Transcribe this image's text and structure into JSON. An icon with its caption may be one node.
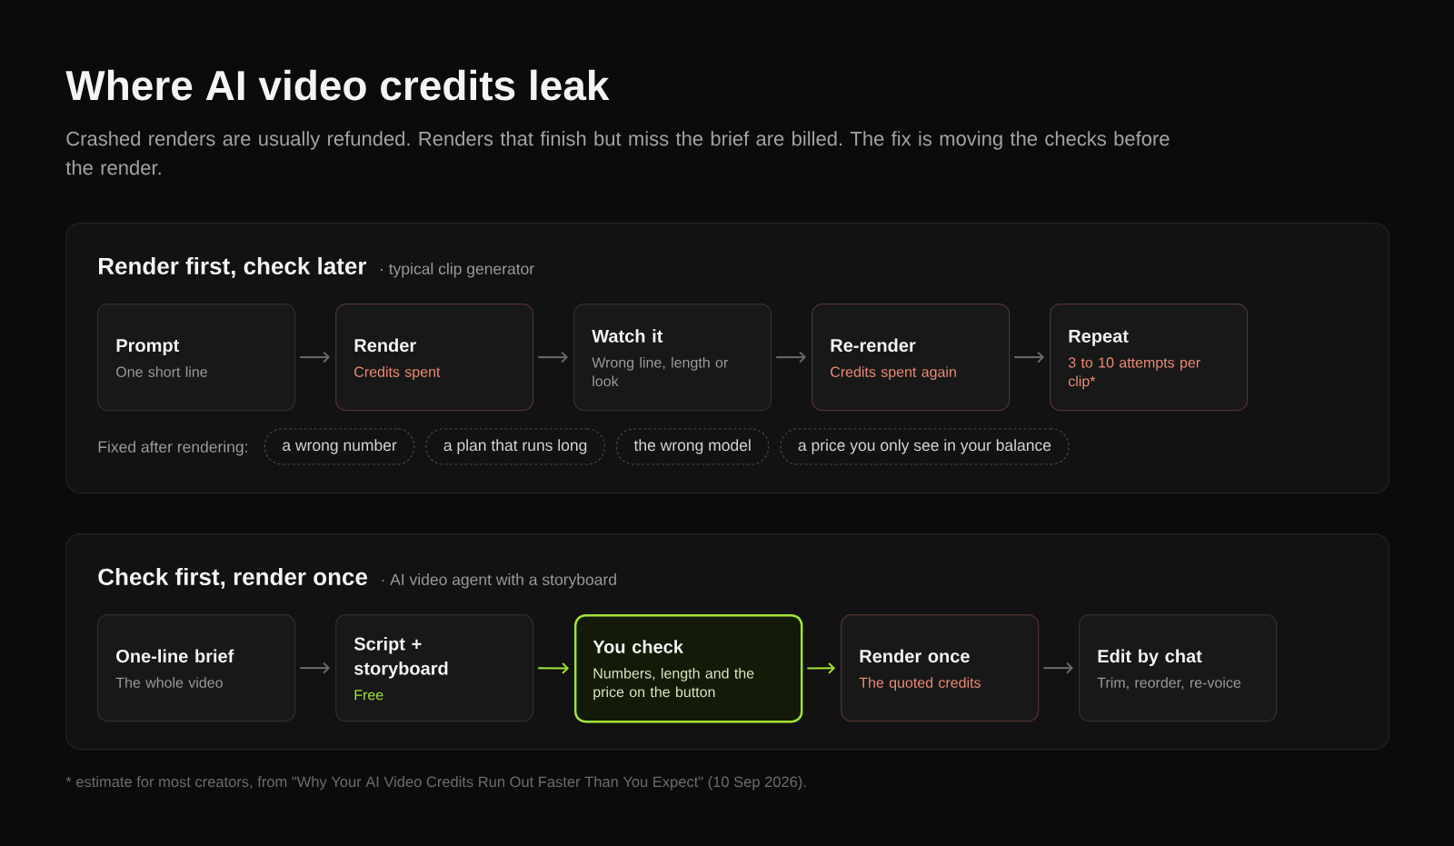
{
  "diagram": {
    "title": "Where AI video credits leak",
    "nodes": [
      {
        "text": [
          "Render first, check later",
          "· typical clip generator"
        ]
      },
      {
        "text": [
          "Prompt",
          "One short line"
        ],
        "in": 0
      },
      {
        "text": [
          "Render",
          "Credits spent"
        ],
        "in": 0
      },
      {
        "text": [
          "Watch it",
          "Wrong line, length or look"
        ],
        "in": 0
      },
      {
        "text": [
          "Re-render",
          "Credits spent again"
        ],
        "in": 0
      },
      {
        "text": [
          "Repeat",
          "3 to 10 attempts per clip*"
        ],
        "in": 0
      },
      {
        "text": [
          "a wrong number"
        ],
        "in": 0
      },
      {
        "text": [
          "a plan that runs long"
        ],
        "in": 0
      },
      {
        "text": [
          "the wrong model"
        ],
        "in": 0
      },
      {
        "text": [
          "a price you only see in your balance"
        ],
        "in": 0
      },
      {
        "text": [
          "Check first, render once",
          "· AI video agent with a storyboard"
        ]
      },
      {
        "text": [
          "One-line brief",
          "The whole video"
        ],
        "in": 10
      },
      {
        "text": [
          "Script + storyboard",
          "Free"
        ],
        "in": 10
      },
      {
        "text": [
          "You check",
          "Numbers, length and the price on the button"
        ],
        "in": 10
      },
      {
        "text": [
          "Render once",
          "The quoted credits"
        ],
        "in": 10
      },
      {
        "text": [
          "Edit by chat",
          "Trim, reorder, re-voice"
        ],
        "in": 10
      }
    ],
    "edges": [
      {
        "from": 1,
        "to": 2,
        "arrow": "to"
      },
      {
        "from": 2,
        "to": 3,
        "arrow": "to"
      },
      {
        "from": 3,
        "to": 4,
        "arrow": "to"
      },
      {
        "from": 4,
        "to": 5,
        "arrow": "to"
      },
      {
        "from": 11,
        "to": 12,
        "arrow": "to"
      },
      {
        "from": 12,
        "to": 13,
        "arrow": "to",
        "color": "#a3e635"
      },
      {
        "from": 13,
        "to": 14,
        "arrow": "to",
        "color": "#a3e635"
      },
      {
        "from": 14,
        "to": 15,
        "arrow": "to"
      }
    ],
    "labels": [
      "Crashed renders are usually refunded. Renders that finish but miss the brief are billed. The fix is moving the checks before the render.",
      "Fixed after rendering:",
      "* estimate for most creators, from \"Why Your AI Video Credits Run Out Faster Than You Expect\" (10 Sep 2026)."
    ]
  }
}
